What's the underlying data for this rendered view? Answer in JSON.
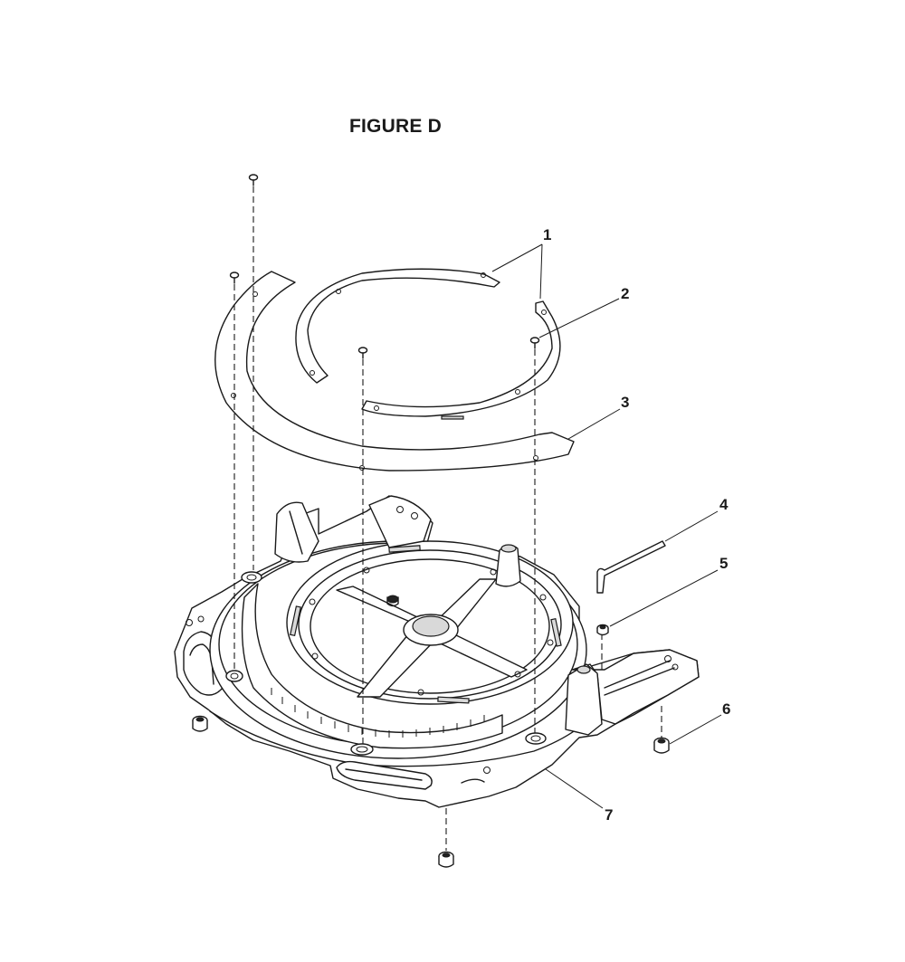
{
  "figure": {
    "title": "FIGURE D"
  },
  "callouts": [
    {
      "id": "1",
      "label": "1"
    },
    {
      "id": "2",
      "label": "2"
    },
    {
      "id": "3",
      "label": "3"
    },
    {
      "id": "4",
      "label": "4"
    },
    {
      "id": "5",
      "label": "5"
    },
    {
      "id": "6",
      "label": "6"
    },
    {
      "id": "7",
      "label": "7"
    }
  ]
}
